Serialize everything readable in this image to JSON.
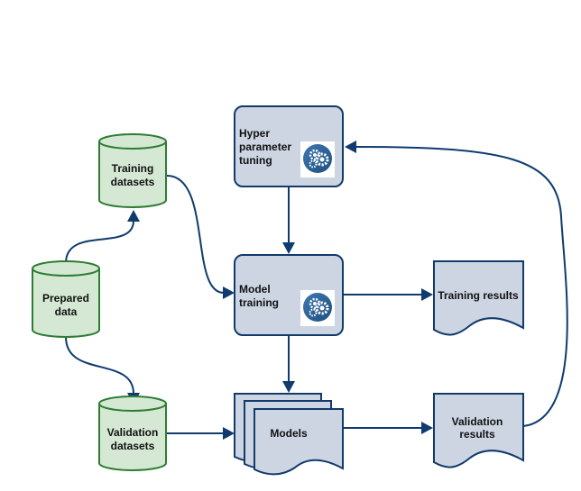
{
  "nodes": {
    "prepared_data": {
      "line1": "Prepared",
      "line2": "data",
      "shape": "cylinder"
    },
    "training_datasets": {
      "line1": "Training",
      "line2": "datasets",
      "shape": "cylinder"
    },
    "validation_datasets": {
      "line1": "Validation",
      "line2": "datasets",
      "shape": "cylinder"
    },
    "hyper_parameter_tuning": {
      "line1": "Hyper",
      "line2": "parameter",
      "line3": "tuning",
      "shape": "rounded-box",
      "icon": "gears-icon"
    },
    "model_training": {
      "line1": "Model",
      "line2": "training",
      "shape": "rounded-box",
      "icon": "gears-icon"
    },
    "models": {
      "label": "Models",
      "shape": "multi-document"
    },
    "training_results": {
      "label": "Training results",
      "shape": "document"
    },
    "validation_results": {
      "line1": "Validation",
      "line2": "results",
      "shape": "document"
    }
  },
  "edges": [
    {
      "from": "prepared_data",
      "to": "training_datasets"
    },
    {
      "from": "prepared_data",
      "to": "validation_datasets"
    },
    {
      "from": "training_datasets",
      "to": "model_training"
    },
    {
      "from": "hyper_parameter_tuning",
      "to": "model_training"
    },
    {
      "from": "model_training",
      "to": "training_results"
    },
    {
      "from": "model_training",
      "to": "models"
    },
    {
      "from": "validation_datasets",
      "to": "models"
    },
    {
      "from": "models",
      "to": "validation_results"
    },
    {
      "from": "validation_results",
      "to": "hyper_parameter_tuning"
    }
  ],
  "colors": {
    "cylinder_fill": "#d5e8d4",
    "cylinder_stroke": "#2e7d32",
    "box_fill": "#cdd5e3",
    "box_stroke": "#123a6b",
    "edge": "#0f3b6e"
  }
}
